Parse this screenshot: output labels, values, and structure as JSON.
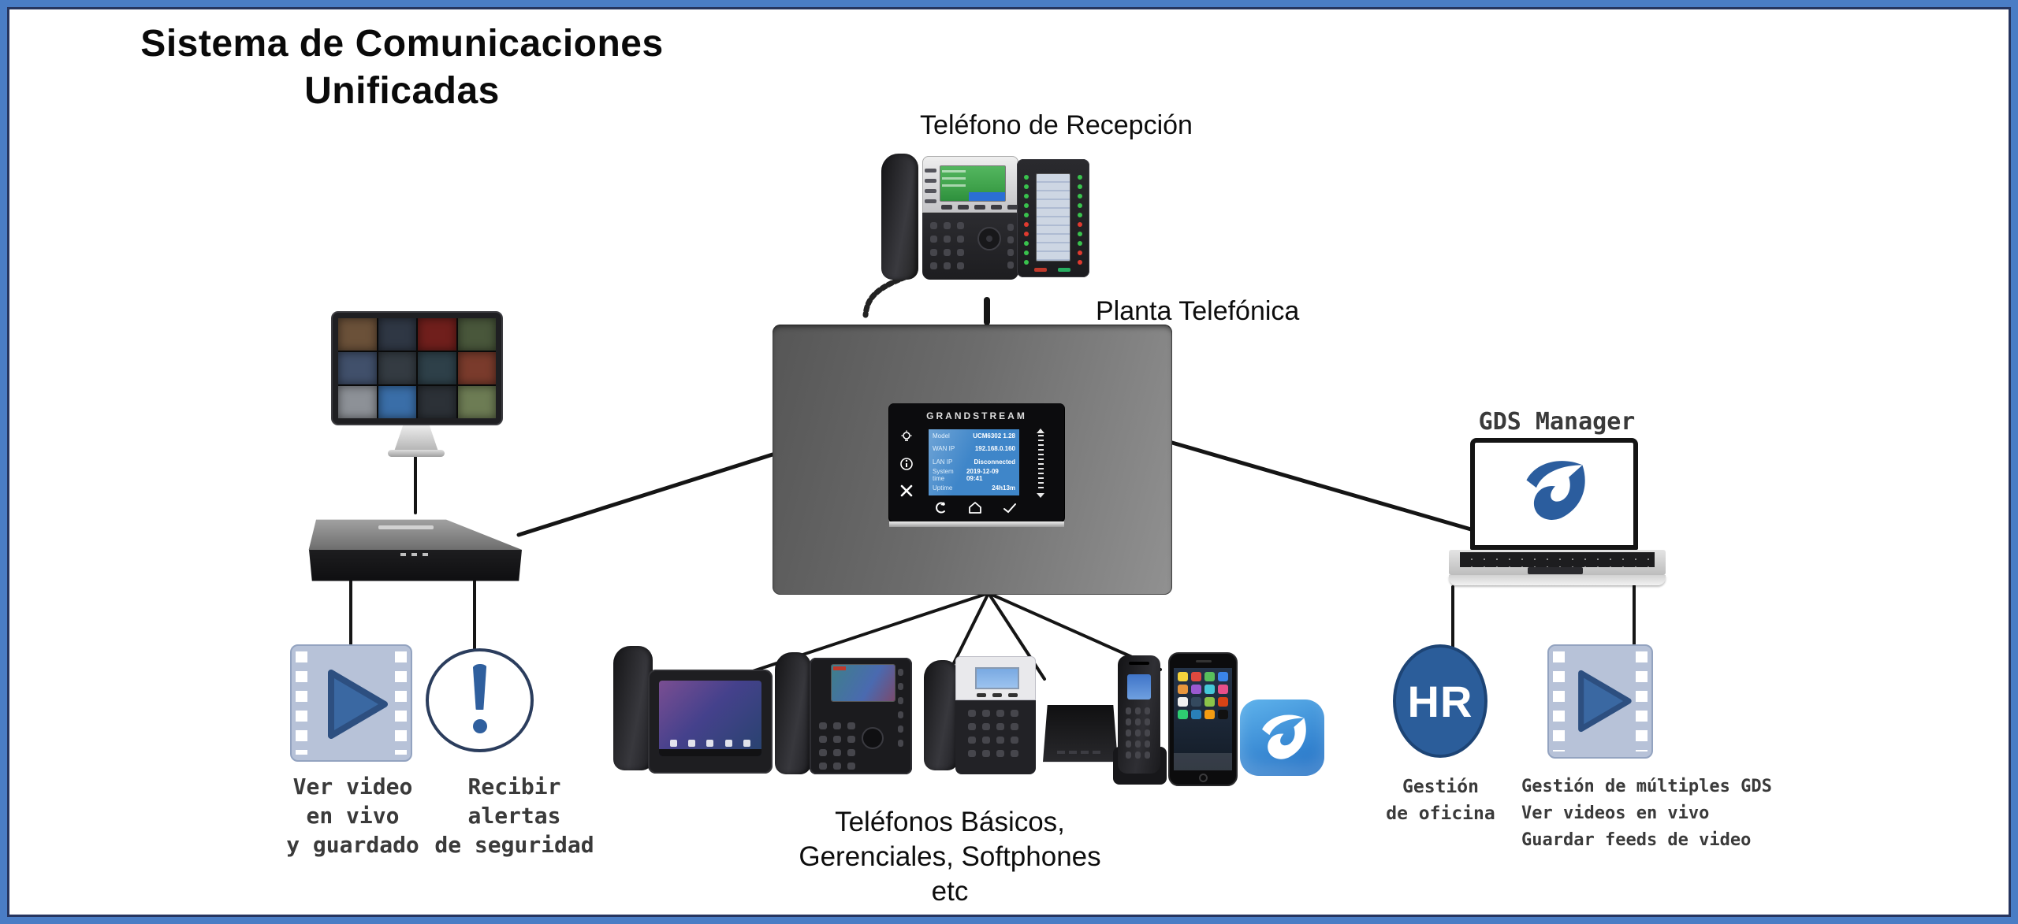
{
  "title": {
    "line1": "Sistema de Comunicaciones",
    "line2": "Unificadas"
  },
  "reception": {
    "label": "Teléfono de Recepción",
    "module_leds_left": [
      "g",
      "g",
      "g",
      "g",
      "g",
      "r",
      "r",
      "g",
      "g",
      "g"
    ],
    "module_leds_right": [
      "g",
      "g",
      "g",
      "g",
      "g",
      "r",
      "g",
      "g",
      "r",
      "r"
    ]
  },
  "pbx": {
    "label": "Planta Telefónica",
    "brand": "GRANDSTREAM",
    "screen_rows": [
      {
        "label": "Model",
        "value": "UCM6302 1.28"
      },
      {
        "label": "WAN IP",
        "value": "192.168.0.160"
      },
      {
        "label": "LAN IP",
        "value": "Disconnected"
      },
      {
        "label": "System time",
        "value": "2019-12-09 09:41"
      },
      {
        "label": "Uptime",
        "value": "24h13m"
      }
    ]
  },
  "surveillance": {
    "cctv_colors": [
      "#6b5139",
      "#2f3744",
      "#701f1c",
      "#49573b",
      "#41506b",
      "#343b42",
      "#2e4049",
      "#7a3b2c",
      "#8d9197",
      "#3a6ea8",
      "#2c3137",
      "#6d7c54"
    ]
  },
  "left_icons": {
    "video_label": [
      "Ver video",
      "en vivo",
      "y guardado"
    ],
    "alert_label": [
      "Recibir",
      "alertas",
      "de seguridad"
    ]
  },
  "phones_row": {
    "label": [
      "Teléfonos  Básicos,",
      "Gerenciales, Softphones",
      "etc"
    ],
    "iphone_app_colors": [
      "#f5d33c",
      "#e0493f",
      "#58c05c",
      "#3a84e8",
      "#e8963c",
      "#9b59d0",
      "#45c8d8",
      "#e84f8a",
      "#f0f0f0",
      "#34495e",
      "#8bc34a",
      "#d84315",
      "#2ecc71",
      "#2980b9",
      "#f39c12",
      "#111111"
    ]
  },
  "gds": {
    "label": "GDS Manager",
    "hr_text": "HR",
    "office_label": [
      "Gestión",
      "de oficina"
    ],
    "multi_label": [
      "Gestión de múltiples GDS",
      "Ver videos en vivo",
      "Guardar feeds de video"
    ]
  },
  "colors": {
    "border_blue": "#4a7dc5",
    "line": "#151515",
    "film_bg": "#b7c2d8",
    "play_fill": "#3a68a2",
    "play_stroke": "#2d4f80",
    "alert_mark": "#2f5f9e",
    "hr_bg": "#2b5d9a",
    "wave_top": "#5fb3ec",
    "wave_bottom": "#1e6cc2",
    "logo_blue": "#2b5d9e",
    "pbx_screen_blue": "#3f86c9",
    "phone_screen_green": "#3fa24b"
  }
}
